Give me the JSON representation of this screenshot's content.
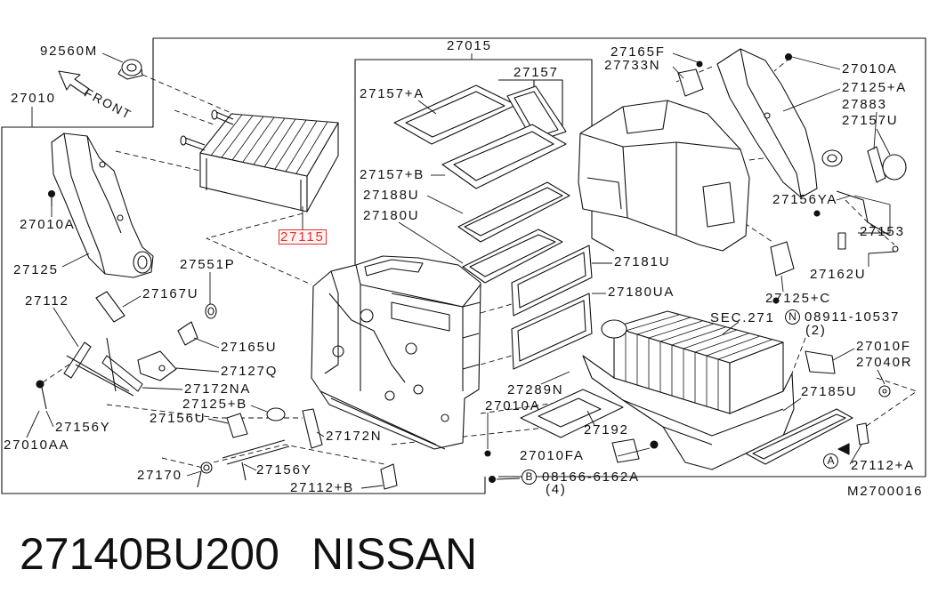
{
  "diagram": {
    "front_label": "FRONT",
    "drawing_code": "M2700016",
    "highlighted_part": "27115",
    "circled": {
      "n": "N",
      "a": "A",
      "b": "B"
    },
    "callouts": [
      "92560M",
      "27010",
      "27015",
      "27165F",
      "27733N",
      "27010A",
      "27125+A",
      "27157",
      "27157+A",
      "27883",
      "27157U",
      "27157+B",
      "27188U",
      "27156YA",
      "27010A",
      "27180U",
      "27153",
      "27125",
      "27551P",
      "27181U",
      "27162U",
      "27112",
      "27167U",
      "27180UA",
      "27125+C",
      "SEC.271",
      "08911-10537",
      "(2)",
      "27165U",
      "27010F",
      "27040R",
      "27127Q",
      "27172NA",
      "27289N",
      "27185U",
      "27125+B",
      "27010A",
      "27156U",
      "27156Y",
      "27192",
      "27172N",
      "27010AA",
      "27010FA",
      "27112+A",
      "27170",
      "27156Y",
      "08166-6162A",
      "(4)",
      "27112+B"
    ]
  },
  "caption": {
    "part_number": "27140BU200",
    "brand": "NISSAN"
  },
  "colors": {
    "ink": "#111111",
    "highlight": "#e0332b"
  }
}
